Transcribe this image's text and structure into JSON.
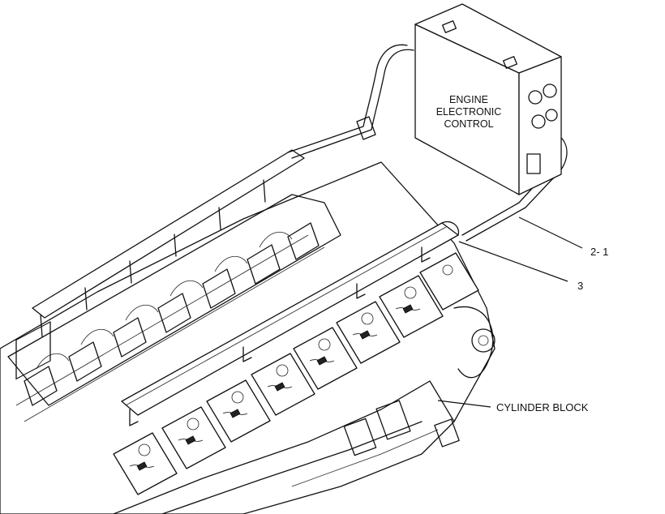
{
  "labels": {
    "ecm_line1": "ENGINE",
    "ecm_line2": "ELECTRONIC",
    "ecm_line3": "CONTROL",
    "callout_harness": "2- 1",
    "callout_conduit": "3",
    "callout_block": "CYLINDER BLOCK"
  },
  "colors": {
    "ink": "#111111",
    "background": "#ffffff"
  }
}
